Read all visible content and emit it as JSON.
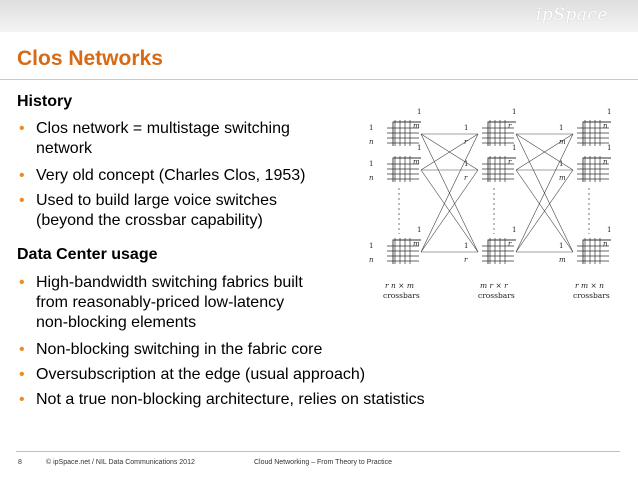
{
  "header": {
    "logo_text": "ipSpace"
  },
  "title": "Clos Networks",
  "sections": [
    {
      "heading": "History",
      "bullets": [
        {
          "lines": [
            "Clos network = multistage switching",
            "network"
          ]
        },
        {
          "lines": [
            "Very old concept (Charles Clos, 1953)"
          ]
        },
        {
          "lines": [
            "Used to build large voice switches",
            "(beyond the crossbar capability)"
          ]
        }
      ]
    },
    {
      "heading": "Data Center usage",
      "bullets": [
        {
          "lines": [
            "High-bandwidth switching fabrics built",
            "from reasonably-priced low-latency",
            "non-blocking elements"
          ]
        },
        {
          "lines": [
            "Non-blocking switching in the fabric core"
          ]
        },
        {
          "lines": [
            "Oversubscription at the edge (usual approach)"
          ]
        },
        {
          "lines": [
            "Not a true non-blocking architecture, relies on statistics"
          ]
        }
      ]
    }
  ],
  "figure": {
    "left": {
      "size_label": "r n × m",
      "caption": "crossbars",
      "in_top": "1",
      "in_bottom": "n",
      "out_label": "m"
    },
    "middle": {
      "size_label": "m r × r",
      "caption": "crossbars",
      "in_top": "1",
      "in_bottom": "r",
      "out_label": "r"
    },
    "right": {
      "size_label": "r m × n",
      "caption": "crossbars",
      "in_top": "1",
      "in_bottom": "m",
      "out_label": "n"
    },
    "stage_top_label": "1"
  },
  "footer": {
    "page": "8",
    "copyright": "© ipSpace.net / NIL Data Communications 2012",
    "course": "Cloud  Networking – From Theory to Practice"
  }
}
